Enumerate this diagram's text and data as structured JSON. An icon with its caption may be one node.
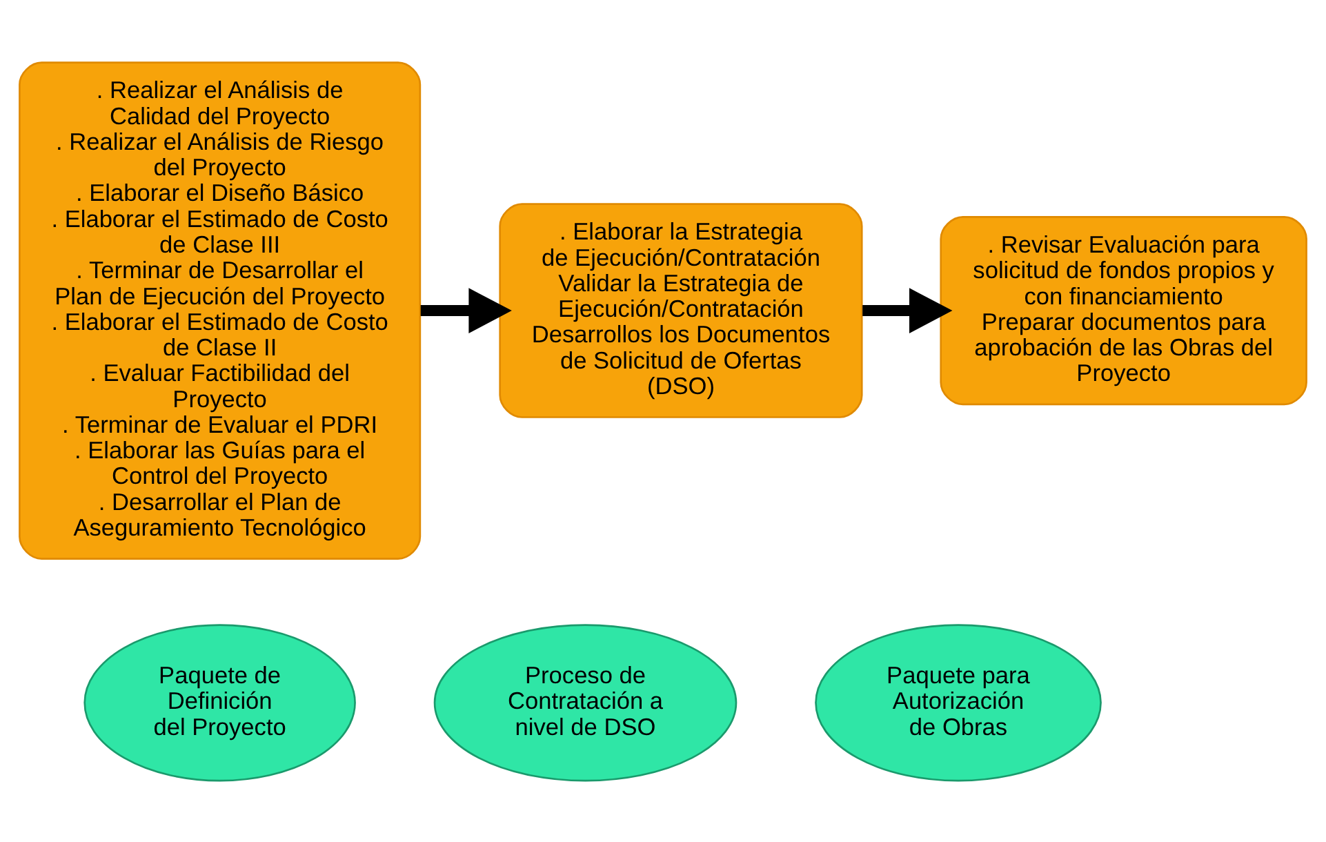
{
  "diagram": {
    "nodes": [
      {
        "text": [
          ". Realizar el Análisis de Calidad del Proyecto",
          ". Realizar el Análisis de Riesgo del Proyecto",
          ". Elaborar el Diseño Básico",
          ". Elaborar el Estimado de Costo de Clase III",
          ". Terminar de Desarrollar el Plan de Ejecución del Proyecto",
          ". Elaborar el Estimado de Costo de Clase II",
          ". Evaluar Factibilidad del Proyecto",
          ". Terminar de Evaluar el PDRI",
          ". Elaborar las Guías para el Control del Proyecto",
          ". Desarrollar el Plan de Aseguramiento Tecnológico"
        ]
      },
      {
        "text": [
          ". Elaborar la Estrategia de Ejecución/Contratación",
          "Validar la Estrategia de Ejecución/Contratación",
          "Desarrollos los Documentos de Solicitud de Ofertas (DSO)"
        ]
      },
      {
        "text": [
          ". Revisar Evaluación para solicitud de fondos propios y con financiamiento",
          "Preparar documentos para aprobación de las Obras del Proyecto"
        ]
      },
      {
        "text": [
          "Paquete de Definición del Proyecto"
        ]
      },
      {
        "text": [
          "Proceso de Contratación a nivel de DSO"
        ]
      },
      {
        "text": [
          "Paquete para Autorización de Obras"
        ]
      }
    ],
    "edges": [
      {
        "from": 0,
        "to": 1,
        "arrow": "to"
      },
      {
        "from": 1,
        "to": 2,
        "arrow": "to"
      }
    ]
  }
}
